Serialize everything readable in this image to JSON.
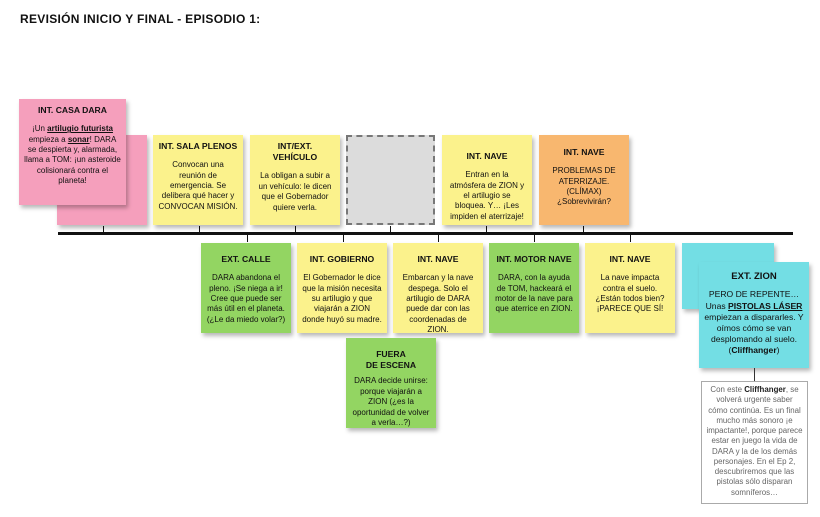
{
  "title": "REVISIÓN INICIO Y FINAL - EPISODIO 1:",
  "top_notes": [
    {
      "heading": "INT. CASA DARA",
      "body_html": "¡Un <b><u>artilugio futurista</u></b> empieza a <b><u>sonar</u></b>! DARA se despierta y, alarmada, llama a TOM: ¡un asteroide colisionará contra el planeta!"
    },
    {
      "heading": "INT. SALA PLENOS",
      "body": "Convocan una reunión de emergencia. Se delibera qué hacer y CONVOCAN MISIÓN."
    },
    {
      "heading": "INT/EXT. VEHÍCULO",
      "body": "La obligan a subir a un vehículo: le dicen que el Gobernador quiere verla."
    },
    {
      "heading": "INT. NAVE",
      "body": "Entran en la atmósfera de ZION y el artilugio se bloquea. Y… ¡Les impiden el aterrizaje!"
    },
    {
      "heading": "INT. NAVE",
      "body": "PROBLEMAS DE ATERRIZAJE. (CLÍMAX) ¿Sobrevivirán?"
    }
  ],
  "bottom_notes": [
    {
      "heading": "EXT. CALLE",
      "body": "DARA abandona el pleno. ¡Se niega a ir! Cree que puede ser más útil en el planeta. (¿Le da miedo volar?)"
    },
    {
      "heading": "INT. GOBIERNO",
      "body": "El Gobernador le dice que la misión necesita su artilugio y que viajarán a ZION donde huyó su madre."
    },
    {
      "heading": "INT. NAVE",
      "body": "Embarcan y la nave despega. Solo el artilugio de DARA puede dar con las coordenadas de ZION."
    },
    {
      "heading": "INT. MOTOR NAVE",
      "body": "DARA, con la ayuda de TOM, hackeará el motor de la nave para que aterrice en ZION."
    },
    {
      "heading": "INT. NAVE",
      "body": "La nave impacta contra el suelo. ¿Están todos bien? ¡PARECE QUE SÍ!"
    },
    {
      "heading": "EXT. ZION",
      "body_html": "PERO DE REPENTE… Unas <b><u>PISTOLAS LÁSER</u></b> empiezan a dispararles. Y oímos cómo se van desplomando al suelo. (<b>Cliffhanger</b>)"
    }
  ],
  "off_scene": {
    "heading": "FUERA\nDE ESCENA",
    "body": "DARA decide unirse: porque viajarán a ZION (¿es la oportunidad de volver a verla…?)"
  },
  "comment_html": "Con este <b>Cliffhanger</b>, se volverá urgente saber cómo continúa. Es un final mucho más sonoro ¡e impactante!, porque parece estar en juego la vida de DARA y la de los demás personajes. En el Ep 2, descubriremos que las pistolas sólo disparan somníferos…",
  "colors": {
    "pink": "#f59fbc",
    "yellow": "#fbf28c",
    "green": "#93d562",
    "orange": "#f8b76f",
    "cyan": "#73dee4"
  }
}
